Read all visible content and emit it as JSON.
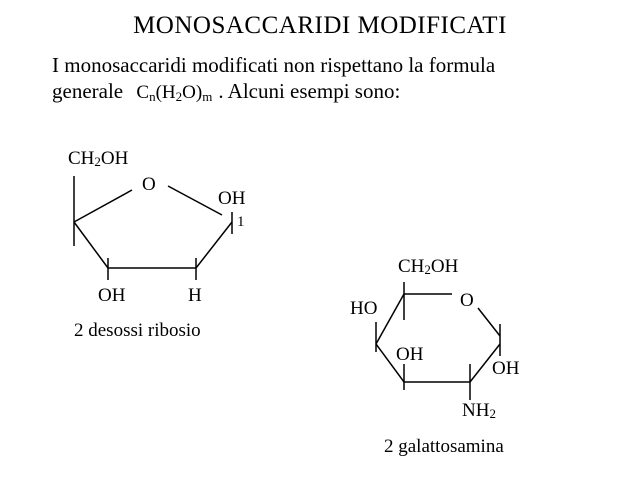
{
  "slide": {
    "title": "MONOSACCARIDI MODIFICATI",
    "intro_line1": "I monosaccaridi modificati non rispettano la formula",
    "intro_line2_prefix": "generale",
    "formula": {
      "c": "C",
      "n": "n",
      "h_open": "(H",
      "two": "2",
      "o_close": "O)",
      "m": "m"
    },
    "intro_line2_suffix": ". Alcuni esempi sono:"
  },
  "deoxyribose": {
    "ch2oh_ch": "CH",
    "ch2oh_two": "2",
    "ch2oh_oh": "OH",
    "ring_o": "O",
    "oh_c1": "OH",
    "c1_number": "1",
    "oh_bottom": "OH",
    "h_bottom": "H",
    "caption": "2 desossi ribosio"
  },
  "galactosamine": {
    "ch2oh_ch": "CH",
    "ch2oh_two": "2",
    "ch2oh_oh": "OH",
    "ring_o": "O",
    "ho_left": "HO",
    "oh_inner": "OH",
    "oh_right": "OH",
    "nh2_nh": "NH",
    "nh2_two": "2",
    "caption": "2 galattosamina"
  }
}
